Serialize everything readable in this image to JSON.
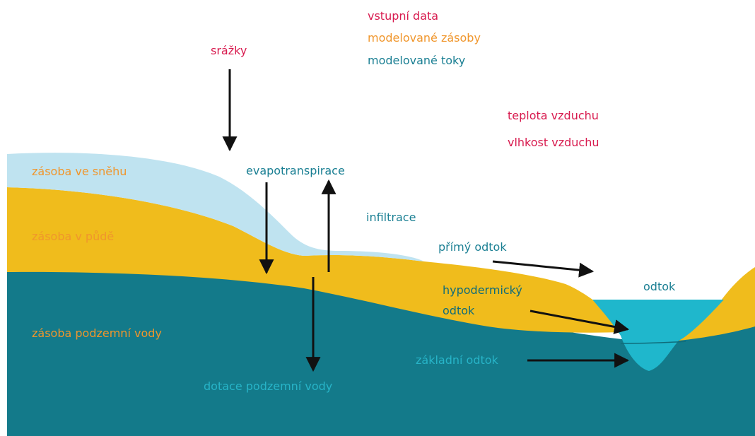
{
  "colors": {
    "input": "#d81b4f",
    "storage": "#f0962c",
    "flow": "#1a7f93",
    "flow_dark": "#0f6c7a",
    "flow_light": "#27b4c8",
    "snow": "#bfe3f0",
    "soil": "#f0bc1c",
    "groundwater": "#137a8a",
    "stream_water": "#1fb7cc",
    "arrow": "#111111"
  },
  "legend": {
    "input_data": "vstupní data",
    "modeled_storage": "modelované zásoby",
    "modeled_flows": "modelované toky"
  },
  "inputs": {
    "precipitation": "srážky",
    "air_temperature": "teplota vzduchu",
    "air_humidity": "vlhkost vzduchu"
  },
  "storages": {
    "snow": "zásoba ve sněhu",
    "soil": "zásoba v půdě",
    "groundwater": "zásoba podzemní vody"
  },
  "flows": {
    "evapotranspiration": "evapotranspirace",
    "infiltration": "infiltrace",
    "direct_runoff": "přímý odtok",
    "hypodermic_runoff_line1": "hypodermický",
    "hypodermic_runoff_line2": "odtok",
    "runoff": "odtok",
    "base_runoff": "základní odtok",
    "groundwater_recharge": "dotace podzemní vody"
  }
}
